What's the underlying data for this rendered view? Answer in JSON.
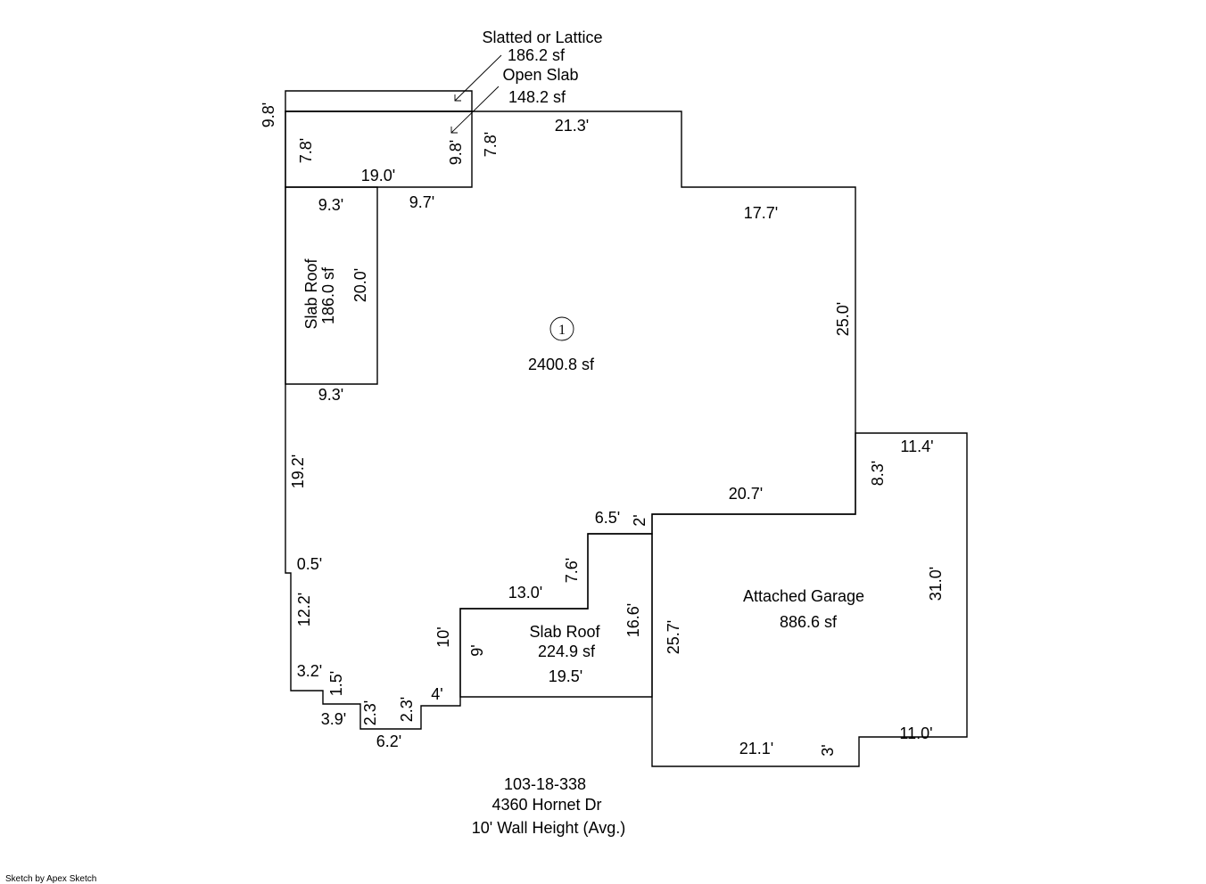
{
  "callouts": {
    "slatted_name": "Slatted or Lattice",
    "slatted_area": "186.2 sf",
    "open_slab_name": "Open Slab",
    "open_slab_area": "148.2 sf"
  },
  "main_area": {
    "marker": "1",
    "area": "2400.8 sf"
  },
  "slab_roof_west": {
    "name": "Slab Roof",
    "area": "186.0 sf"
  },
  "slab_roof_south": {
    "name": "Slab Roof",
    "area": "224.9 sf"
  },
  "garage": {
    "name": "Attached Garage",
    "area": "886.6 sf"
  },
  "dimensions": {
    "patio_height": "9.8'",
    "patio_inner_left": "7.8'",
    "patio_inner_right": "9.8'",
    "patio_right": "7.8'",
    "patio_bottom": "19.0'",
    "top_wall": "21.3'",
    "step_top": "17.7'",
    "east_wall": "25.0'",
    "west_slab_top": "9.3'",
    "west_slab_side": "20.0'",
    "west_slab_bottom": "9.3'",
    "north_jog": "9.7'",
    "west_wall": "19.2'",
    "jog_a": "0.5'",
    "west_lower": "12.2'",
    "step_1": "3.2'",
    "step_2": "1.5'",
    "step_3": "3.9'",
    "step_4": "2.3'",
    "step_5": "2.3'",
    "step_6": "6.2'",
    "step_7": "4'",
    "step_8": "10'",
    "south_slab_side": "9'",
    "south_slab_bottom": "19.5'",
    "south_slab_top": "13.0'",
    "notch_vertical": "7.6'",
    "notch_top": "6.5'",
    "notch_jog": "2'",
    "south_slab_right": "16.6'",
    "garage_left": "25.7'",
    "garage_top": "20.7'",
    "garage_jog": "8.3'",
    "garage_top_right": "11.4'",
    "garage_right": "31.0'",
    "garage_bottom_right": "11.0'",
    "garage_bottom_jog": "3'",
    "garage_bottom": "21.1'"
  },
  "property": {
    "parcel": "103-18-338",
    "address": "4360 Hornet Dr",
    "wall_height": "10' Wall Height (Avg.)"
  },
  "footer": "Sketch by Apex Sketch"
}
